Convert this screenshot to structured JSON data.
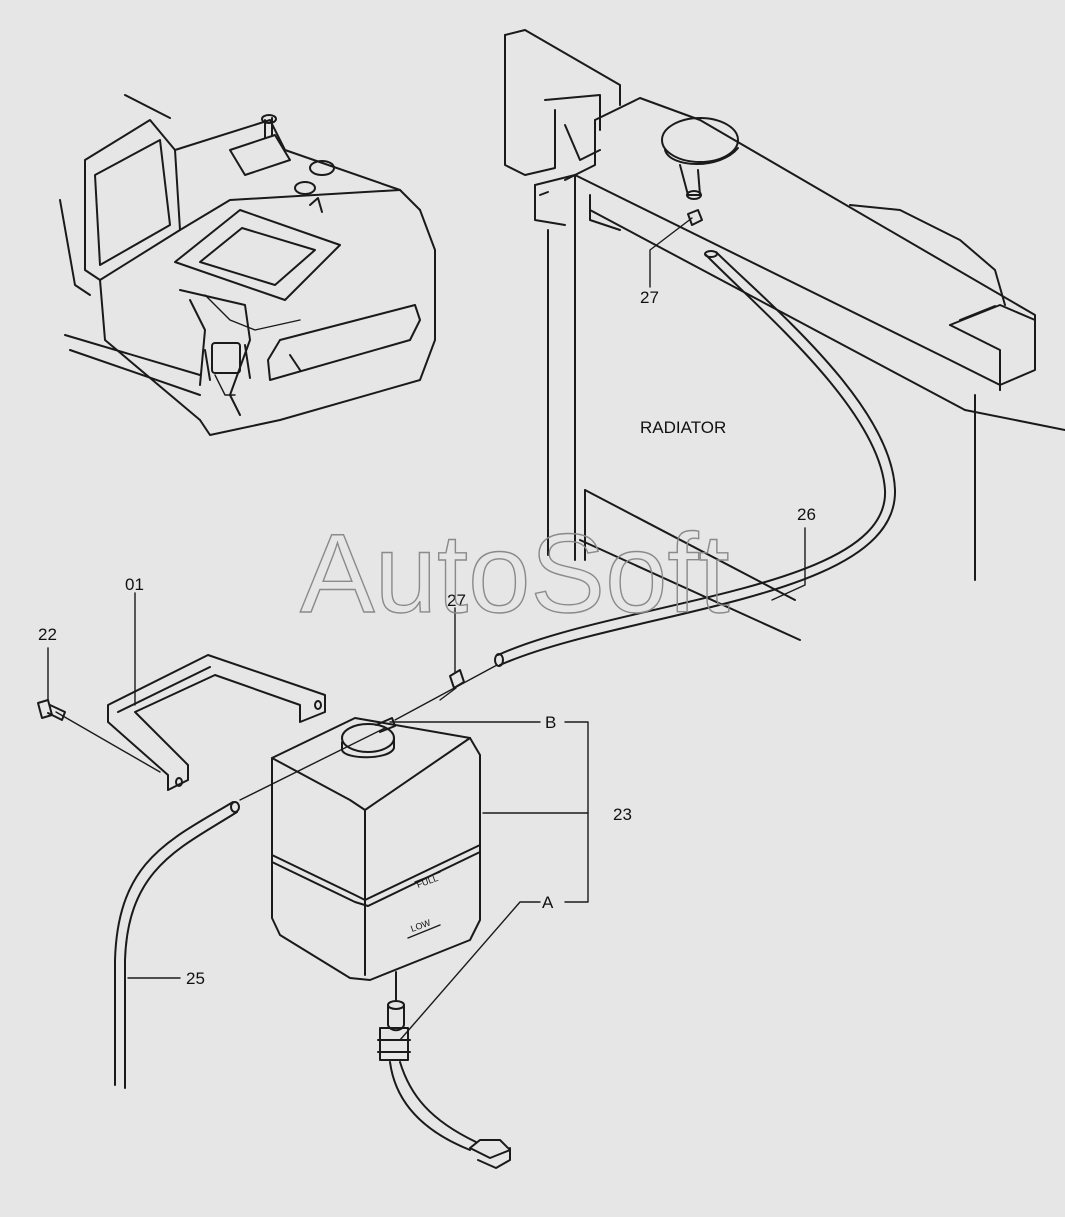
{
  "labels": {
    "bracket": "01",
    "bolt": "22",
    "tank": "23",
    "drain_hose": "25",
    "hose": "26",
    "clamp_top": "27",
    "clamp_mid": "27",
    "conn_a": "A",
    "conn_b": "B",
    "radiator": "RADIATOR"
  },
  "tank_marks": {
    "full": "FULL",
    "low": "LOW"
  },
  "watermark": "AutoSoft"
}
